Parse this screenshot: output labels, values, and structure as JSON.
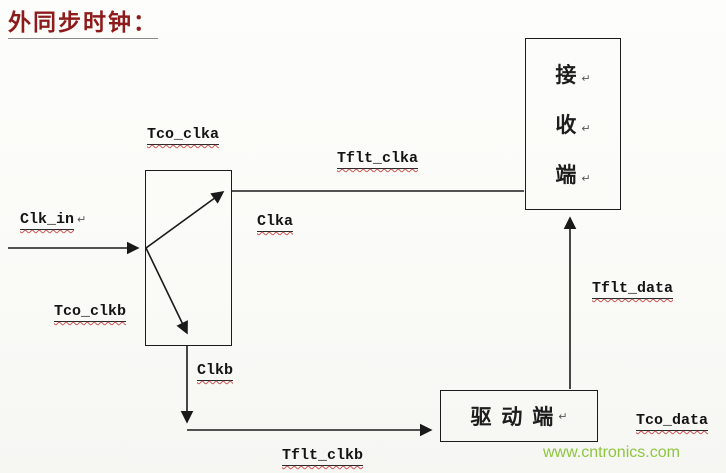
{
  "title": {
    "text": "外同步时钟："
  },
  "marks": {
    "return": "↵"
  },
  "labels": {
    "tco_clka": "Tco_clka",
    "tflt_clka": "Tflt_clka",
    "clk_in": "Clk_in",
    "clka": "Clka",
    "tco_clkb": "Tco_clkb",
    "clkb": "Clkb",
    "tflt_clkb": "Tflt_clkb",
    "tflt_data": "Tflt_data",
    "tco_data": "Tco_data"
  },
  "boxes": {
    "receiver": {
      "chars": [
        "接",
        "收",
        "端"
      ]
    },
    "driver": {
      "text": "驱 动 端"
    }
  },
  "watermark": {
    "text": "www.cntronics.com",
    "color": "#8dc63f"
  },
  "colors": {
    "title": "#8e1b1b",
    "line": "#1a1a1a",
    "label_underline": "#2a2a2a",
    "squiggle": "#cc5555"
  }
}
